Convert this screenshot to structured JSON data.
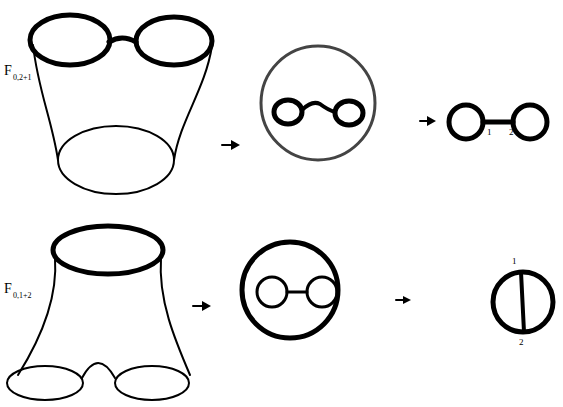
{
  "diagram": {
    "labels": [
      "F",
      "0,2+1",
      "1",
      "2",
      "F",
      "0,1+2",
      "1",
      "2"
    ]
  }
}
